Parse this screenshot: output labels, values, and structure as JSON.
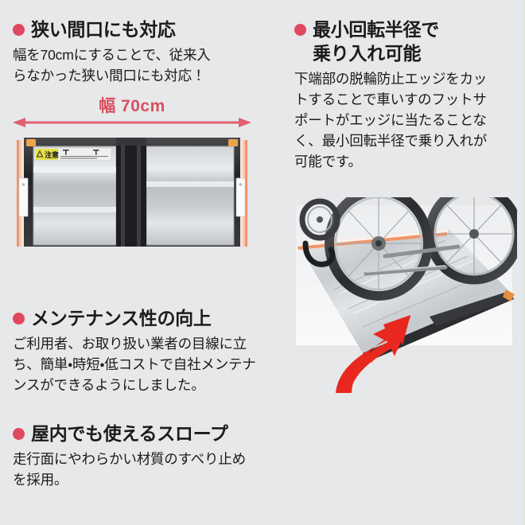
{
  "page": {
    "background_color": "#e7e8ea",
    "accent_red": "#e0485e",
    "arrow_red": "#e8281e",
    "dim_label_color": "#d8505e"
  },
  "features": [
    {
      "id": "narrow-entrance",
      "bullet_icon": "red-dot-icon",
      "heading_lines": [
        "狭い間口にも対応"
      ],
      "body_lines": [
        "幅を70cmにすることで、従来入",
        "らなかった狭い間口にも対応！"
      ]
    },
    {
      "id": "min-turning-radius",
      "bullet_icon": "red-dot-icon",
      "heading_lines": [
        "最小回転半径で",
        "乗り入れ可能"
      ],
      "body_lines": [
        "下端部の脱輪防止エッジをカッ",
        "トすることで車いすのフットサ",
        "ポートがエッジに当たることな",
        "く、最小回転半径で乗り入れが",
        "可能です。"
      ]
    },
    {
      "id": "maintainability",
      "bullet_icon": "red-dot-icon",
      "heading_lines": [
        "メンテナンス性の向上"
      ],
      "body_lines": [
        "ご利用者、お取り扱い業者の目線に立",
        "ち、簡単・時短・低コストで自社メンテナ",
        "ンスができるようにしました。"
      ]
    },
    {
      "id": "indoor-slope",
      "bullet_icon": "red-dot-icon",
      "heading_lines": [
        "屋内でも使えるスロープ"
      ],
      "body_lines": [
        "走行面にやわらかい材質のすべり止め",
        "を採用。"
      ]
    }
  ],
  "ramp_figure": {
    "dimension_label": "幅 70cm",
    "dimension_arrow_icon": "double-headed-arrow-icon",
    "photo_alt": "折りたたんだスロープの上面写真",
    "warning_sticker": {
      "icon": "warning-triangle-icon",
      "label": "注意"
    }
  },
  "chair_figure": {
    "photo_alt": "車いすがスロープに乗り入れている写真",
    "arrow_icon": "curved-up-arrow-icon"
  }
}
